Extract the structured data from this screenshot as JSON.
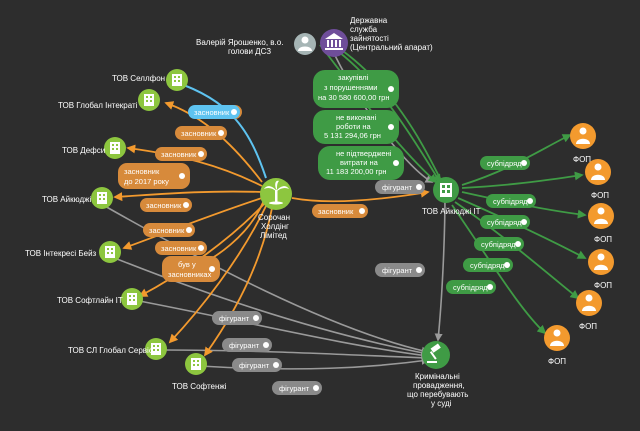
{
  "colors": {
    "background": "#2d2d2d",
    "green": "#3f9b45",
    "lime": "#8dc63f",
    "orange": "#f39a2e",
    "pill_orange": "#d78a3b",
    "pill_gray": "#8a8a8a",
    "blue": "#5ec3f0",
    "gray_node": "#a6b5b5",
    "purple": "#6f4e9a"
  },
  "nodes": {
    "soroчan": "Сорочан Холдінг Лімітед",
    "aykyudzhi_it": "ТОВ Айкюджі ІТ",
    "yaroshenko": "Валерій Ярошенко, в.о. голови ДСЗ",
    "employment": "Державна служба зайнятості (Центральний апарат)",
    "criminal": "Кримінальні провадження, що перебувають у суді",
    "companies": [
      "ТОВ Селлфон",
      "ТОВ Глобал Інтекраті",
      "ТОВ Дефси",
      "ТОВ Айкюджі",
      "ТОВ Інтекресі Бейз",
      "ТОВ Софтлайн ІТ",
      "ТОВ СЛ Глобал Сервіс",
      "ТОВ Софтенжі"
    ],
    "fop_label": "ФОП"
  },
  "pills": {
    "founder": "засновник",
    "founder_2017": "засновник до 2017 року",
    "were_founders": "був у засновниках",
    "figurant": "фігурант",
    "subcontract": "субпідряд",
    "procurement": "закупівлі з порушеннями на 30 580 600,00 грн",
    "not_done": "не виконані роботи на 5 131 294,06 грн",
    "unconfirmed": "не підтверджені витрати на 11 183 200,00 грн"
  }
}
